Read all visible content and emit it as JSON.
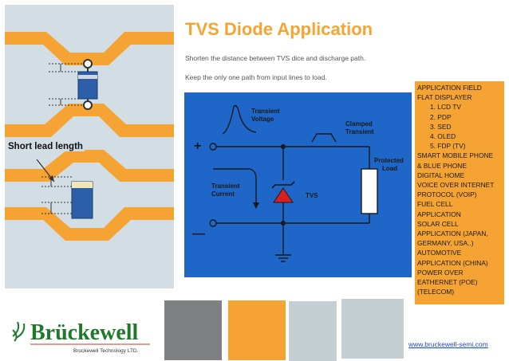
{
  "slide": {
    "title": "TVS Diode Application",
    "subtitle_1": "Shorten the distance between TVS dice and discharge path.",
    "subtitle_2": "Keep the only one path from input lines to load.",
    "url": "www.bruckewell-semi.com"
  },
  "lead_diagram": {
    "label": "Short lead length"
  },
  "circuit": {
    "plus": "+",
    "minus": "—",
    "transient_voltage_1": "Transient",
    "transient_voltage_2": "Voltage",
    "clamped_1": "Clamped",
    "clamped_2": "Transient",
    "transient_current_1": "Transient",
    "transient_current_2": "Current",
    "protected_1": "Protected",
    "protected_2": "Load",
    "tvs": "TVS"
  },
  "applications": [
    {
      "text": "APPLICATION FIELD",
      "indent": false
    },
    {
      "text": "FLAT DISPLAYER",
      "indent": false
    },
    {
      "text": "1.  LCD TV",
      "indent": true
    },
    {
      "text": "2.  PDP",
      "indent": true
    },
    {
      "text": "3.  SED",
      "indent": true
    },
    {
      "text": "4.  OLED",
      "indent": true
    },
    {
      "text": "5.  FDP (TV)",
      "indent": true
    },
    {
      "text": "SMART MOBILE PHONE",
      "indent": false
    },
    {
      "text": "& BLUE PHONE",
      "indent": false
    },
    {
      "text": "DIGITAL HOME",
      "indent": false
    },
    {
      "text": "VOICE OVER INTERNET",
      "indent": false
    },
    {
      "text": "PROTOCOL (VOIP)",
      "indent": false
    },
    {
      "text": "FUEL CELL",
      "indent": false
    },
    {
      "text": "APPLICATION",
      "indent": false
    },
    {
      "text": "SOLAR CELL",
      "indent": false
    },
    {
      "text": "APPLICATION    (JAPAN,",
      "indent": false
    },
    {
      "text": "GERMANY, USA..)",
      "indent": false
    },
    {
      "text": "AUTOMOTIVE",
      "indent": false
    },
    {
      "text": "APPLICATION (CHINA)",
      "indent": false
    },
    {
      "text": "POWER OVER",
      "indent": false
    },
    {
      "text": "EATHERNET (POE)",
      "indent": false
    },
    {
      "text": "(TELECOM)",
      "indent": false
    }
  ],
  "logo": {
    "brand": "Brückewell",
    "company": "Bruckewell Technology LTD."
  },
  "colors": {
    "accent_orange": "#f5a433",
    "circuit_blue": "#1e66c7",
    "panel_gray": "#d2dde4",
    "swatch_dark": "#7e8082",
    "swatch_light": "#c5ced3",
    "logo_green": "#1e7a2a",
    "logo_red": "#c0392b"
  }
}
